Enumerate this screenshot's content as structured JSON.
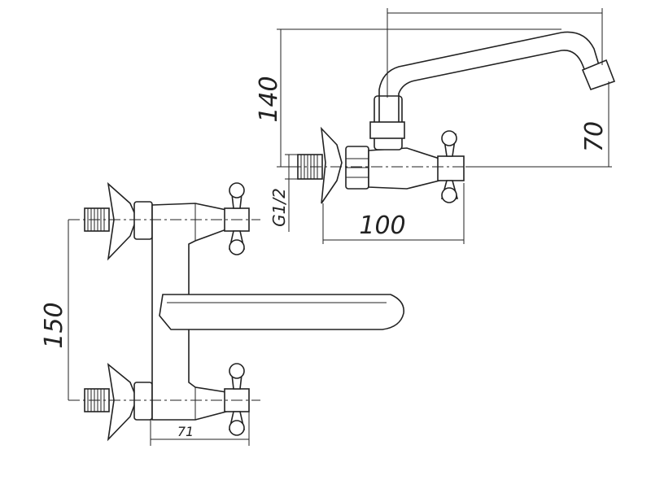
{
  "dimensions": {
    "reach": "70",
    "spout_height": "140",
    "spout_drop": "70",
    "body_depth": "100",
    "thread": "G1/2",
    "centre_distance": "150",
    "valve_depth": "71"
  }
}
